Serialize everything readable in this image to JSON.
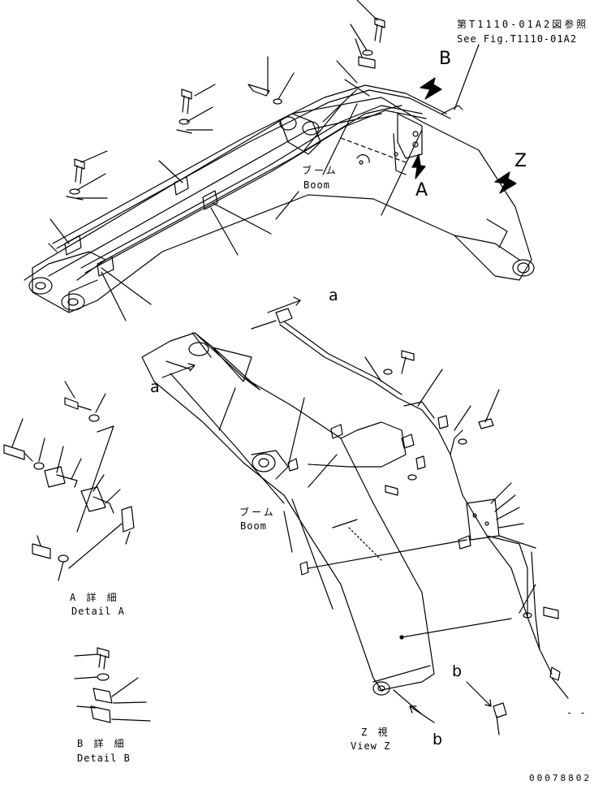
{
  "refs": {
    "see_fig_jp": "第T1110-01A2図参照",
    "see_fig_en": "See Fig.T1110-01A2"
  },
  "arrows": {
    "B": "B",
    "A": "A",
    "Z": "Z",
    "a_top": "a",
    "a_left": "a",
    "b_right": "b",
    "b_bottom": "b"
  },
  "boom_top": {
    "jp": "ブーム",
    "en": "Boom"
  },
  "boom_mid": {
    "jp": "ブーム",
    "en": "Boom"
  },
  "detail_a": {
    "jp": "A 詳 細",
    "en": "Detail A"
  },
  "detail_b": {
    "jp": "B 詳 細",
    "en": "Detail B"
  },
  "view_z": {
    "jp": "Z  視",
    "en": "View Z"
  },
  "doc_number": "00078802",
  "stray_mark": "- -",
  "colors": {
    "ink": "#000000",
    "paper": "#ffffff"
  }
}
